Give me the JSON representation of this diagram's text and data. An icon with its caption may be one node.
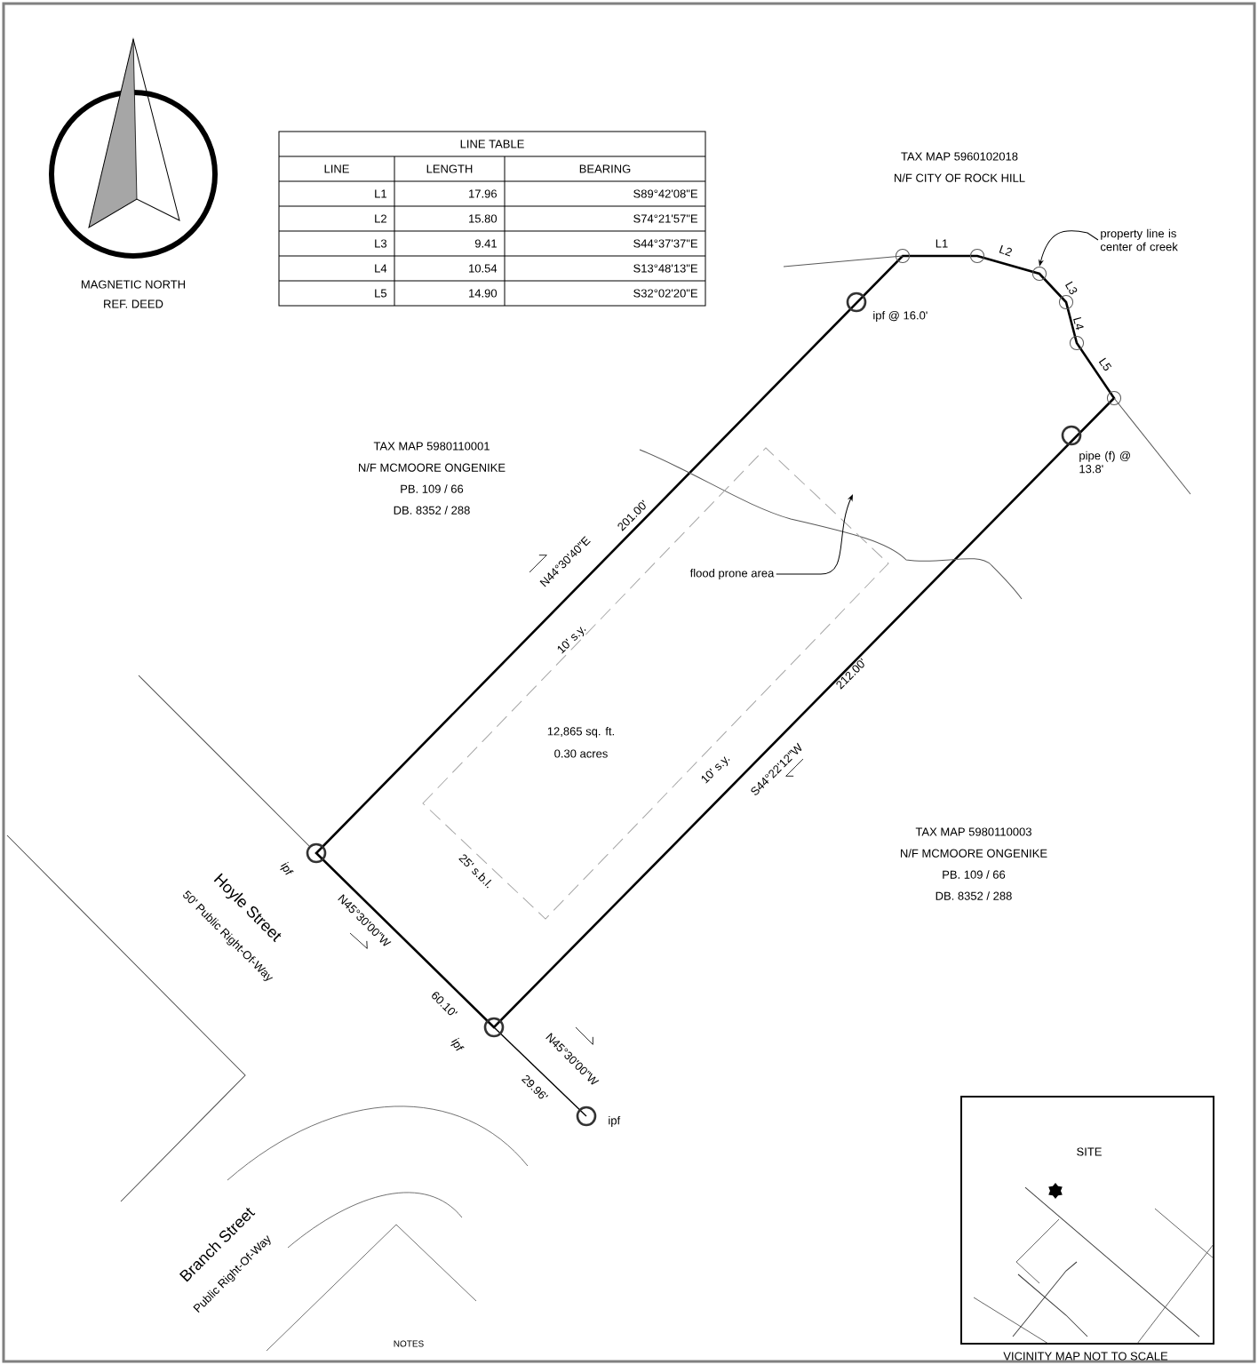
{
  "diagram": {
    "nodes": [
      {
        "text": [
          "flood prone area"
        ]
      },
      {
        "text": [
          "property line is center of creek"
        ]
      },
      {
        "text": [],
        "shape": "circle"
      }
    ],
    "edges": [
      {
        "from": 0,
        "to": null,
        "arrow": "to"
      },
      {
        "from": 1,
        "to": 2,
        "arrow": "to"
      }
    ],
    "labels": [
      "MAGNETIC NORTH",
      "REF. DEED",
      "LINE TABLE",
      "LINE",
      "LENGTH",
      "BEARING",
      "L1",
      "17.96",
      "S89°42'08\"E",
      "L2",
      "15.80",
      "S74°21'57\"E",
      "L3",
      "9.41",
      "S44°37'37\"E",
      "L4",
      "10.54",
      "S13°48'13\"E",
      "L5",
      "14.90",
      "S32°02'20\"E",
      "TAX MAP 5960102018",
      "N/F CITY OF ROCK HILL",
      "L1",
      "L2",
      "L3",
      "L4",
      "L5",
      "ipf @ 16.0'",
      "TAX MAP 5980110001",
      "N/F MCMOORE ONGENIKE",
      "PB. 109 / 66",
      "DB. 8352 / 288",
      "201.00'",
      "pipe (f) @ 13.8'",
      "N44°30'40\"E",
      "10' s.y.",
      "12,865 sq. ft.",
      "0.30 acres",
      "10' s.y.",
      "S44°22'12\"W",
      "212.00'",
      "TAX MAP 5980110003",
      "N/F MCMOORE ONGENIKE",
      "PB. 109 / 66",
      "DB. 8352 / 288",
      "ipf",
      "25' s.b.l.",
      "N45°30'00\"W",
      "60.10'",
      "Hoyle Street",
      "50' Public Right-Of-Way",
      "ipf",
      "N45°30'00\"W",
      "29.96'",
      "ipf",
      "Branch Street",
      "Public Right-Of-Way",
      "NOTES",
      "SITE",
      "VICINITY MAP NOT TO SCALE"
    ]
  }
}
